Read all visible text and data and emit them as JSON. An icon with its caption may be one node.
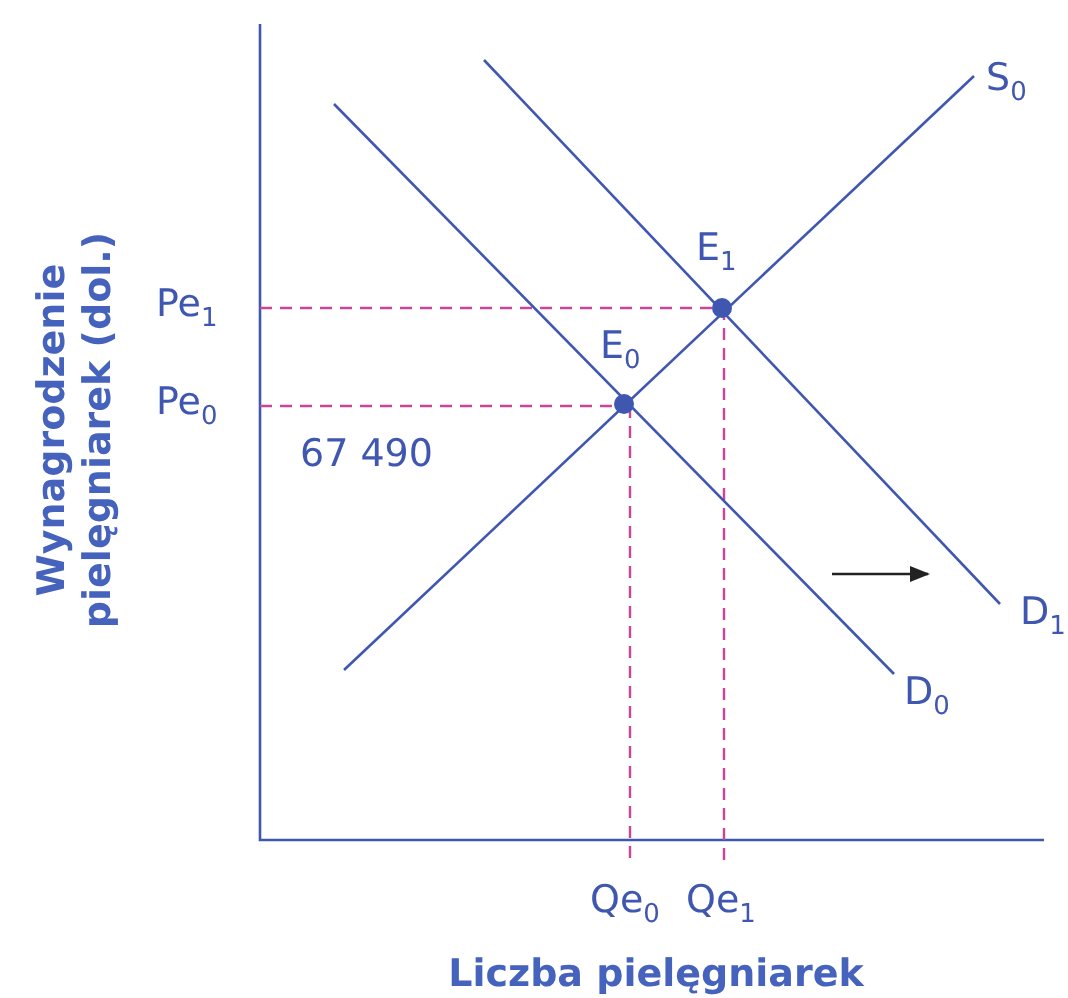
{
  "diagram": {
    "labels": [
      "S$_{0}$",
      "E$_{1}$",
      "Pe$_{1}$",
      "E$_{0}$",
      "Pe$_{0}$",
      "67 490",
      "D$_{1}$",
      "D$_{0}$",
      "Qe$_{0}$",
      "Qe$_{1}$",
      "Wynagrodzenie pielęgniarek (dol.)",
      "Liczba pielęgniarek"
    ]
  }
}
